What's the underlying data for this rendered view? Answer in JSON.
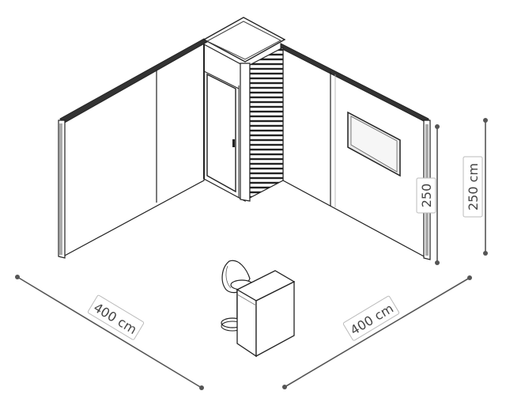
{
  "drawing": {
    "labels": {
      "left_width": "400 cm",
      "right_width": "400 cm",
      "height_inner": "250",
      "height_outer": "250 cm"
    },
    "colors": {
      "line": "#2a2a2a",
      "wall": "#ffffff",
      "dim_line": "#555555",
      "label_bg": "#ffffff"
    }
  }
}
